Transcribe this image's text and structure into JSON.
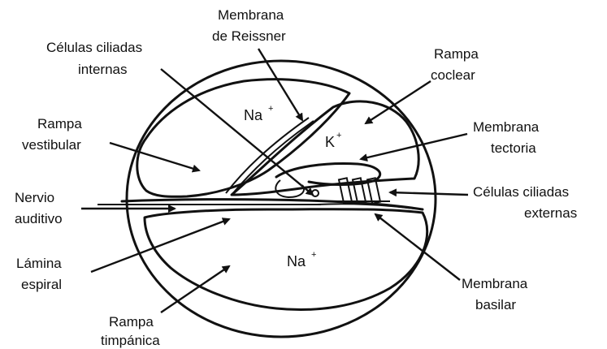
{
  "labels": {
    "reissner_1": "Membrana",
    "reissner_2": "de Reissner",
    "cci_1": "Células ciliadas",
    "cci_2": "internas",
    "coclear_1": "Rampa",
    "coclear_2": "coclear",
    "vestibular_1": "Rampa",
    "vestibular_2": "vestibular",
    "tectoria_1": "Membrana",
    "tectoria_2": "tectoria",
    "nervio_1": "Nervio",
    "nervio_2": "auditivo",
    "cce_1": "Células ciliadas",
    "cce_2": "externas",
    "lamina_1": "Lámina",
    "lamina_2": "espiral",
    "basilar_1": "Membrana",
    "basilar_2": "basilar",
    "timpanica_1": "Rampa",
    "timpanica_2": "timpánica"
  },
  "ions": {
    "na_upper": "Na",
    "na_upper_charge": "+",
    "k": "K",
    "k_charge": "+",
    "na_lower": "Na",
    "na_lower_charge": "+"
  }
}
